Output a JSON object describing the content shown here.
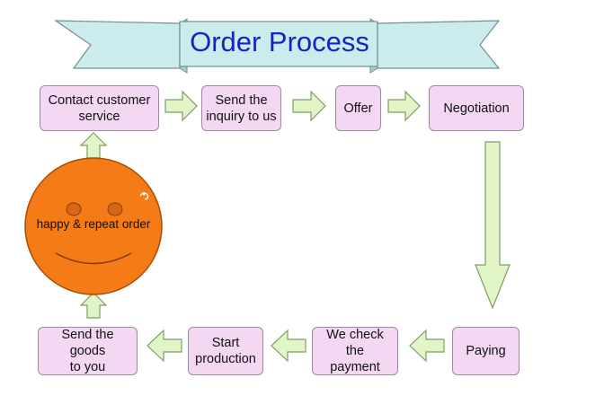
{
  "diagram": {
    "title": "Order Process",
    "steps": [
      {
        "id": "contact",
        "label": "Contact customer\nservice"
      },
      {
        "id": "inquiry",
        "label": "Send the\ninquiry to us"
      },
      {
        "id": "offer",
        "label": "Offer"
      },
      {
        "id": "negotiation",
        "label": "Negotiation"
      },
      {
        "id": "paying",
        "label": "Paying"
      },
      {
        "id": "check-payment",
        "label": "We check the\npayment"
      },
      {
        "id": "production",
        "label": "Start\nproduction"
      },
      {
        "id": "send-goods",
        "label": "Send the goods\nto you"
      }
    ],
    "smiley_label": "happy & repeat order",
    "colors": {
      "box_fill": "#f4d7f2",
      "box_border": "#9d8aa0",
      "arrow_fill": "#e1f5c6",
      "arrow_border": "#7f9c64",
      "banner_fill": "#cbebed",
      "title_color": "#1b22c4",
      "smiley_fill": "#f47b16"
    }
  }
}
